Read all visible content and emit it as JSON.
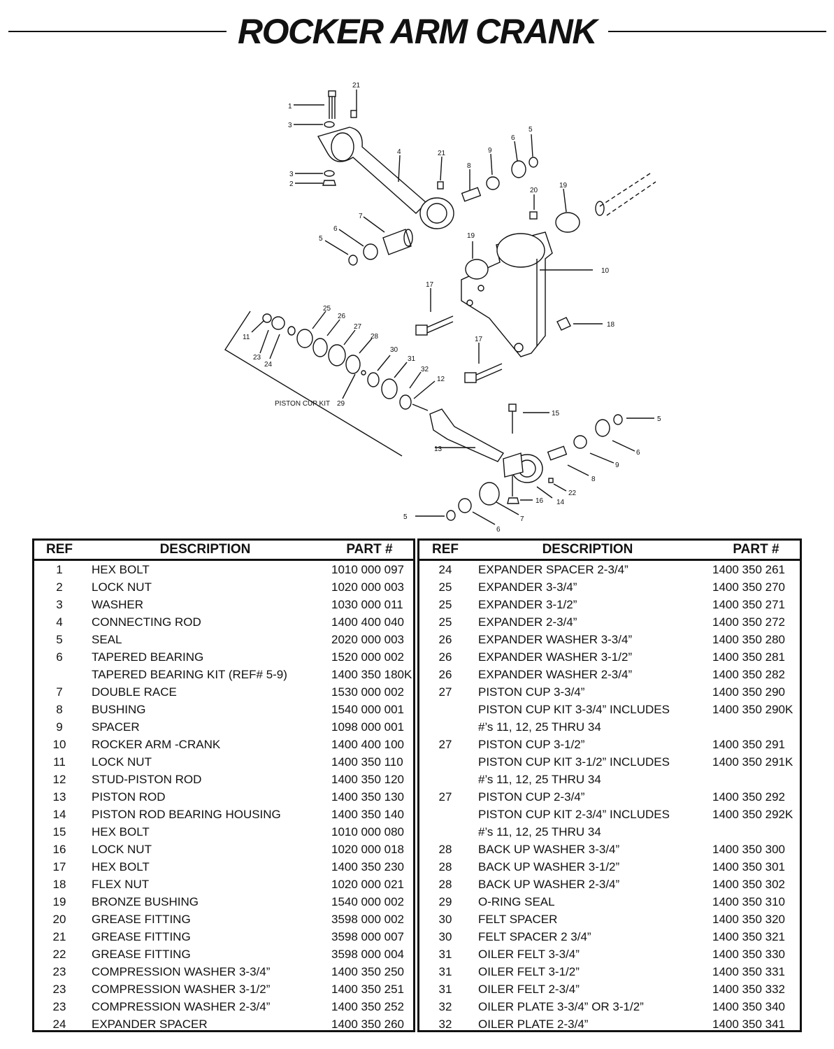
{
  "title": "ROCKER ARM CRANK",
  "diagram": {
    "callouts": [
      "1",
      "2",
      "3",
      "4",
      "5",
      "6",
      "7",
      "8",
      "9",
      "10",
      "11",
      "12",
      "13",
      "14",
      "15",
      "16",
      "17",
      "18",
      "19",
      "20",
      "21",
      "22",
      "23",
      "24",
      "25",
      "26",
      "27",
      "28",
      "29",
      "30",
      "31",
      "32"
    ],
    "kit_label": "PISTON CUP KIT"
  },
  "table": {
    "headers": {
      "ref": "REF",
      "description": "DESCRIPTION",
      "part": "PART #"
    },
    "left_rows": [
      {
        "ref": "1",
        "description": "HEX BOLT",
        "part": "1010 000 097"
      },
      {
        "ref": "2",
        "description": "LOCK NUT",
        "part": "1020 000 003"
      },
      {
        "ref": "3",
        "description": "WASHER",
        "part": "1030 000 011"
      },
      {
        "ref": "4",
        "description": "CONNECTING ROD",
        "part": "1400 400 040"
      },
      {
        "ref": "5",
        "description": "SEAL",
        "part": "2020 000 003"
      },
      {
        "ref": "6",
        "description": "TAPERED BEARING",
        "part": "1520 000 002"
      },
      {
        "ref": "",
        "description": "TAPERED BEARING KIT (REF# 5-9)",
        "part": "1400 350 180K"
      },
      {
        "ref": "7",
        "description": "DOUBLE RACE",
        "part": "1530 000 002"
      },
      {
        "ref": "8",
        "description": "BUSHING",
        "part": "1540 000 001"
      },
      {
        "ref": "9",
        "description": "SPACER",
        "part": "1098 000 001"
      },
      {
        "ref": "10",
        "description": "ROCKER ARM -CRANK",
        "part": "1400 400 100"
      },
      {
        "ref": "11",
        "description": "LOCK NUT",
        "part": "1400 350 110"
      },
      {
        "ref": "12",
        "description": "STUD-PISTON ROD",
        "part": "1400 350 120"
      },
      {
        "ref": "13",
        "description": "PISTON ROD",
        "part": "1400 350 130"
      },
      {
        "ref": "14",
        "description": "PISTON ROD BEARING HOUSING",
        "part": "1400 350 140"
      },
      {
        "ref": "15",
        "description": "HEX BOLT",
        "part": "1010 000 080"
      },
      {
        "ref": "16",
        "description": "LOCK NUT",
        "part": "1020 000 018"
      },
      {
        "ref": "17",
        "description": "HEX BOLT",
        "part": "1400 350 230"
      },
      {
        "ref": "18",
        "description": "FLEX NUT",
        "part": "1020 000 021"
      },
      {
        "ref": "19",
        "description": "BRONZE BUSHING",
        "part": "1540 000 002"
      },
      {
        "ref": "20",
        "description": "GREASE FITTING",
        "part": "3598 000 002"
      },
      {
        "ref": "21",
        "description": "GREASE FITTING",
        "part": "3598 000 007"
      },
      {
        "ref": "22",
        "description": "GREASE FITTING",
        "part": "3598 000 004"
      },
      {
        "ref": "23",
        "description": "COMPRESSION WASHER 3-3/4”",
        "part": "1400 350 250"
      },
      {
        "ref": "23",
        "description": "COMPRESSION WASHER 3-1/2”",
        "part": "1400 350 251"
      },
      {
        "ref": "23",
        "description": "COMPRESSION WASHER 2-3/4”",
        "part": "1400 350 252"
      },
      {
        "ref": "24",
        "description": "EXPANDER SPACER",
        "part": "1400 350 260"
      }
    ],
    "right_rows": [
      {
        "ref": "24",
        "description": "EXPANDER SPACER 2-3/4”",
        "part": "1400 350 261"
      },
      {
        "ref": "25",
        "description": "EXPANDER 3-3/4”",
        "part": "1400 350 270"
      },
      {
        "ref": "25",
        "description": "EXPANDER 3-1/2”",
        "part": "1400 350 271"
      },
      {
        "ref": "25",
        "description": "EXPANDER  2-3/4”",
        "part": "1400 350 272"
      },
      {
        "ref": "26",
        "description": "EXPANDER WASHER 3-3/4”",
        "part": "1400 350 280"
      },
      {
        "ref": "26",
        "description": "EXPANDER WASHER 3-1/2”",
        "part": "1400 350 281"
      },
      {
        "ref": "26",
        "description": "EXPANDER WASHER  2-3/4”",
        "part": "1400 350 282"
      },
      {
        "ref": "27",
        "description": "PISTON CUP 3-3/4”",
        "part": "1400 350 290"
      },
      {
        "ref": "",
        "description": "PISTON CUP KIT 3-3/4” INCLUDES",
        "part": "1400 350 290K"
      },
      {
        "ref": "",
        "description": "#’s 11, 12, 25 THRU 34",
        "part": ""
      },
      {
        "ref": "27",
        "description": "PISTON CUP 3-1/2”",
        "part": "1400 350 291"
      },
      {
        "ref": "",
        "description": "PISTON CUP KIT 3-1/2” INCLUDES",
        "part": "1400 350 291K"
      },
      {
        "ref": "",
        "description": "#’s 11, 12, 25 THRU 34",
        "part": ""
      },
      {
        "ref": "27",
        "description": "PISTON CUP 2-3/4”",
        "part": "1400 350 292"
      },
      {
        "ref": "",
        "description": "PISTON CUP KIT 2-3/4” INCLUDES",
        "part": "1400 350 292K"
      },
      {
        "ref": "",
        "description": "#’s 11, 12, 25 THRU 34",
        "part": ""
      },
      {
        "ref": "28",
        "description": "BACK UP WASHER 3-3/4”",
        "part": "1400 350 300"
      },
      {
        "ref": "28",
        "description": "BACK UP WASHER 3-1/2”",
        "part": "1400 350 301"
      },
      {
        "ref": "28",
        "description": "BACK UP WASHER 2-3/4”",
        "part": "1400 350 302"
      },
      {
        "ref": "29",
        "description": "O-RING SEAL",
        "part": "1400 350 310"
      },
      {
        "ref": "30",
        "description": "FELT SPACER",
        "part": "1400 350 320"
      },
      {
        "ref": "30",
        "description": "FELT SPACER 2 3/4”",
        "part": "1400 350 321"
      },
      {
        "ref": "31",
        "description": "OILER FELT 3-3/4”",
        "part": "1400 350 330"
      },
      {
        "ref": "31",
        "description": "OILER FELT 3-1/2”",
        "part": "1400 350 331"
      },
      {
        "ref": "31",
        "description": "OILER FELT  2-3/4”",
        "part": "1400 350 332"
      },
      {
        "ref": "32",
        "description": "OILER PLATE 3-3/4” OR 3-1/2”",
        "part": "1400 350 340"
      },
      {
        "ref": "32",
        "description": "OILER PLATE  2-3/4”",
        "part": "1400 350 341"
      }
    ]
  }
}
